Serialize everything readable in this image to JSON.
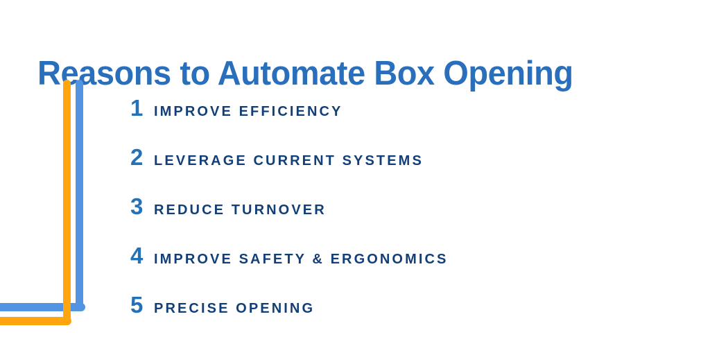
{
  "slide": {
    "background_color": "#ffffff",
    "title": "Reasons to Automate Box Opening",
    "title_color": "#2a6fbc"
  },
  "decoration": {
    "orange_bracket_color": "#ffa50d",
    "blue_bracket_color": "#5293e2",
    "shape": "two nested L-shaped brackets on the left side"
  },
  "list": {
    "number_color": "#2571b8",
    "label_color": "#123f78",
    "items": [
      {
        "number": "1",
        "label": "IMPROVE EFFICIENCY"
      },
      {
        "number": "2",
        "label": "LEVERAGE CURRENT SYSTEMS"
      },
      {
        "number": "3",
        "label": "REDUCE TURNOVER"
      },
      {
        "number": "4",
        "label": "IMPROVE SAFETY & ERGONOMICS"
      },
      {
        "number": "5",
        "label": "PRECISE OPENING"
      }
    ]
  }
}
